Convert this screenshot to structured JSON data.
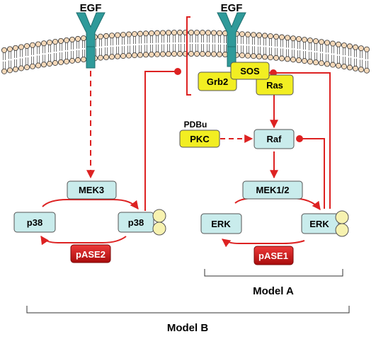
{
  "colors": {
    "arrow_red": "#dd2222",
    "receptor_teal": "#2f9a9a",
    "kinase_fill": "#c9ecec",
    "adaptor_yellow": "#f2ee22",
    "phosphatase_red": "#cc1111",
    "phospho_yellow": "#f7f2b0",
    "membrane_head": "#f5d8b8"
  },
  "receptors": {
    "left_label": "EGF",
    "right_label": "EGF"
  },
  "nodes": {
    "grb2": "Grb2",
    "sos": "SOS",
    "ras": "Ras",
    "pdbu": "PDBu",
    "pkc": "PKC",
    "raf": "Raf",
    "mek12": "MEK1/2",
    "erk_left": "ERK",
    "erk_right": "ERK",
    "pase1": "pASE1",
    "mek3": "MEK3",
    "p38_left": "p38",
    "p38_right": "p38",
    "pase2": "pASE2"
  },
  "models": {
    "model_a": "Model A",
    "model_b": "Model B"
  }
}
